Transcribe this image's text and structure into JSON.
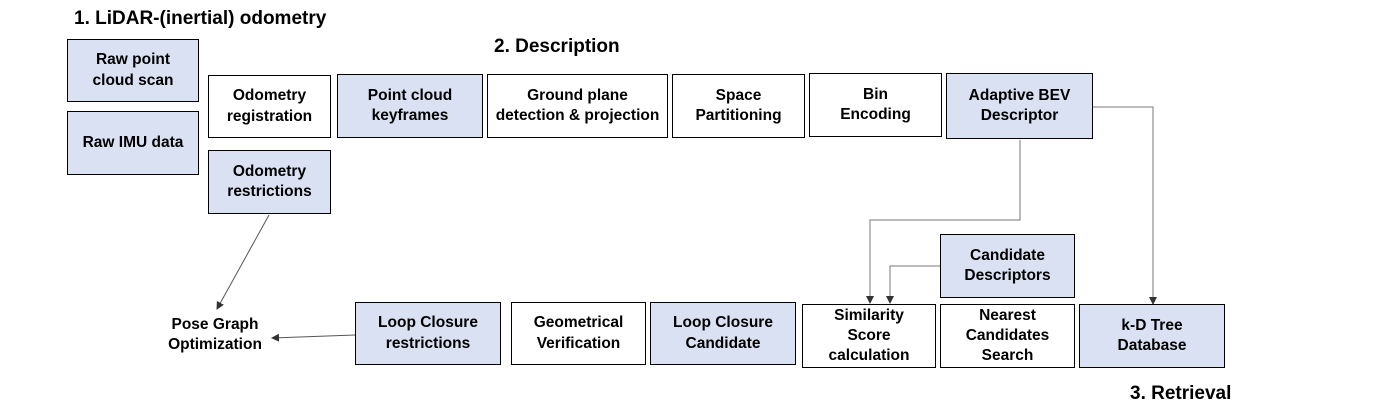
{
  "sections": {
    "odometry": "1. LiDAR-(inertial) odometry",
    "description": "2. Description",
    "retrieval": "3. Retrieval"
  },
  "nodes": {
    "raw_point_cloud_scan": "Raw point\ncloud scan",
    "raw_imu_data": "Raw IMU data",
    "odometry_registration": "Odometry\nregistration",
    "odometry_restrictions": "Odometry\nrestrictions",
    "point_cloud_keyframes": "Point cloud\nkeyframes",
    "ground_plane": "Ground plane\ndetection & projection",
    "space_partitioning": "Space\nPartitioning",
    "bin_encoding": "Bin\nEncoding",
    "adaptive_bev_descriptor": "Adaptive BEV\nDescriptor",
    "candidate_descriptors": "Candidate\nDescriptors",
    "similarity_score": "Similarity\nScore\ncalculation",
    "nearest_candidates": "Nearest\nCandidates\nSearch",
    "kd_tree_database": "k-D Tree\nDatabase",
    "loop_closure_candidate": "Loop Closure\nCandidate",
    "geometrical_verification": "Geometrical\nVerification",
    "loop_closure_restrictions": "Loop Closure\nrestrictions",
    "pose_graph_optimization": "Pose Graph\nOptimization"
  },
  "colors": {
    "shaded_fill": "#d9e1f2",
    "plain_fill": "#ffffff",
    "border": "#000000",
    "connector": "#555555"
  }
}
